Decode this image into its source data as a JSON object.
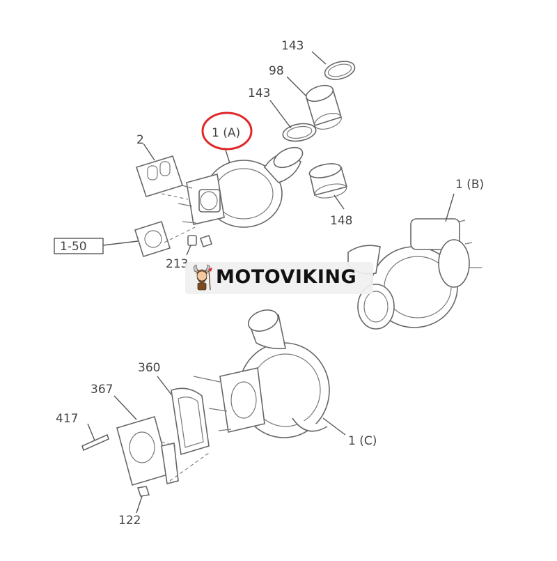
{
  "diagram": {
    "labels": {
      "l143a": "143",
      "l98": "98",
      "l143b": "143",
      "l1a": "1 (A)",
      "l2": "2",
      "l148": "148",
      "l1b": "1 (B)",
      "l150": "1-50",
      "l213": "213",
      "l360": "360",
      "l367": "367",
      "l417": "417",
      "l1c": "1 (C)",
      "l122": "122"
    },
    "highlight_color": "#e0282a",
    "line_color": "#555555"
  },
  "watermark": {
    "brand": "MOTOVIKING",
    "logo_icon": "viking-mascot-icon"
  }
}
